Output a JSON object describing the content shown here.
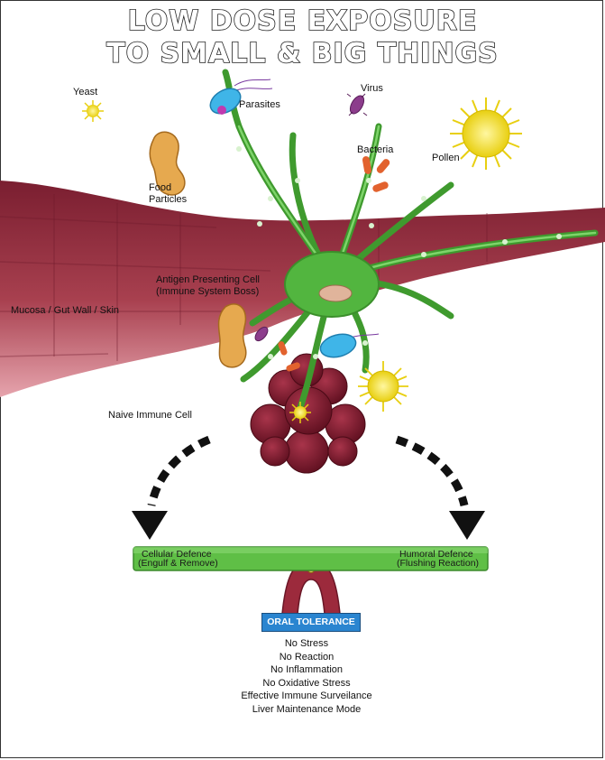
{
  "title": {
    "line1": "LOW DOSE EXPOSURE",
    "line2": "TO SMALL & BIG THINGS"
  },
  "labels": {
    "yeast": "Yeast",
    "parasites": "Parasites",
    "virus": "Virus",
    "bacteria": "Bacteria",
    "pollen": "Pollen",
    "food_line1": "Food",
    "food_line2": "Particles",
    "apc_line1": "Antigen Presenting Cell",
    "apc_line2": "(Immune System Boss)",
    "mucosa": "Mucosa / Gut Wall / Skin",
    "naive_cell": "Naive Immune Cell"
  },
  "balance": {
    "left_line1": "Cellular Defence",
    "left_line2": "(Engulf & Remove)",
    "right_line1": "Humoral Defence",
    "right_line2": "(Flushing Reaction)",
    "pivot_label": "ORAL TOLERANCE"
  },
  "outcomes": [
    "No Stress",
    "No Reaction",
    "No Inflammation",
    "No Oxidative Stress",
    "Effective Immune Surveilance",
    "Liver Maintenance Mode"
  ],
  "colors": {
    "gut_wall": "#8e2a3a",
    "gut_wall_light": "#e3a0aa",
    "cell_green": "#4cae3a",
    "naive_cell": "#7e1a2c",
    "pollen": "#f3e21c",
    "food": "#e6a94f",
    "bacteria": "#e2622e",
    "parasite": "#3fb5e8",
    "virus": "#8c3d8c",
    "pivot_blue": "#2a85d0"
  }
}
